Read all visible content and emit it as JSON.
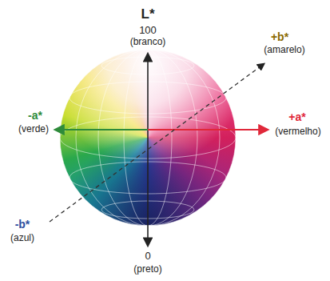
{
  "diagram": {
    "labels": [
      "L*",
      "100",
      "(branco)",
      "+b*",
      "(amarelo)",
      "-a*",
      "(verde)",
      "+a*",
      "(vermelho)",
      "-b*",
      "(azul)",
      "0",
      "(preto)"
    ]
  }
}
